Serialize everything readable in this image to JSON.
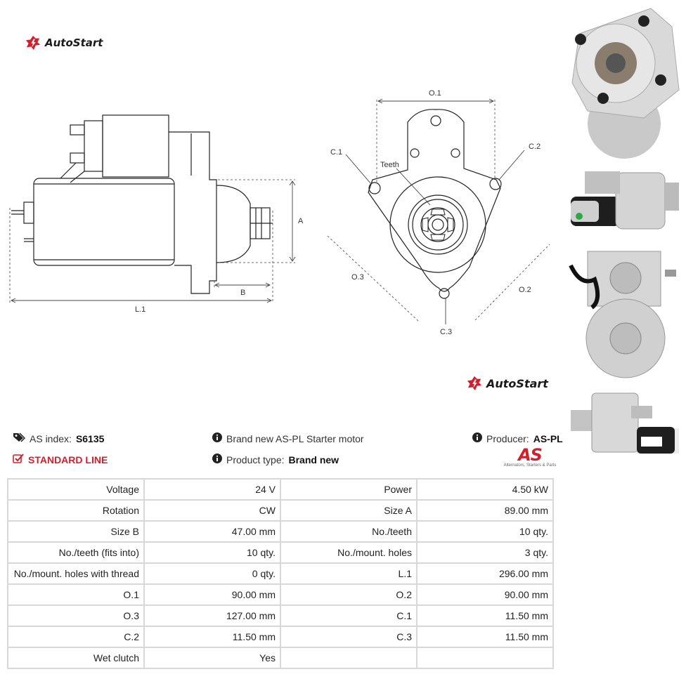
{
  "brand": {
    "name": "AutoStart"
  },
  "drawing": {
    "labels": {
      "A": "A",
      "B": "B",
      "L1": "L.1",
      "O1": "O.1",
      "O2": "O.2",
      "O3": "O.3",
      "C1": "C.1",
      "C2": "C.2",
      "C3": "C.3",
      "teeth": "Teeth"
    }
  },
  "photos": [
    {
      "name": "photo-front-view"
    },
    {
      "name": "photo-side-view"
    },
    {
      "name": "photo-rear-view"
    },
    {
      "name": "photo-three-quarter-view"
    }
  ],
  "info": {
    "as_index_label": "AS index:",
    "as_index_value": "S6135",
    "line_label": "STANDARD LINE",
    "description": "Brand new AS-PL Starter motor",
    "product_type_label": "Product type:",
    "product_type_value": "Brand new",
    "producer_label": "Producer:",
    "producer_value": "AS-PL",
    "producer_logo": "AS",
    "producer_tagline": "Alternators, Starters & Parts"
  },
  "specs": [
    {
      "l1": "Voltage",
      "v1": "24 V",
      "l2": "Power",
      "v2": "4.50 kW"
    },
    {
      "l1": "Rotation",
      "v1": "CW",
      "l2": "Size A",
      "v2": "89.00 mm"
    },
    {
      "l1": "Size B",
      "v1": "47.00 mm",
      "l2": "No./teeth",
      "v2": "10 qty."
    },
    {
      "l1": "No./teeth (fits into)",
      "v1": "10 qty.",
      "l2": "No./mount. holes",
      "v2": "3 qty."
    },
    {
      "l1": "No./mount. holes with thread",
      "v1": "0 qty.",
      "l2": "L.1",
      "v2": "296.00 mm"
    },
    {
      "l1": "O.1",
      "v1": "90.00 mm",
      "l2": "O.2",
      "v2": "90.00 mm"
    },
    {
      "l1": "O.3",
      "v1": "127.00 mm",
      "l2": "C.1",
      "v2": "11.50 mm"
    },
    {
      "l1": "C.2",
      "v1": "11.50 mm",
      "l2": "C.3",
      "v2": "11.50 mm"
    },
    {
      "l1": "Wet clutch",
      "v1": "Yes",
      "l2": "",
      "v2": ""
    }
  ],
  "colors": {
    "accent_red": "#d21f2b",
    "table_border": "#d8d8d8"
  }
}
